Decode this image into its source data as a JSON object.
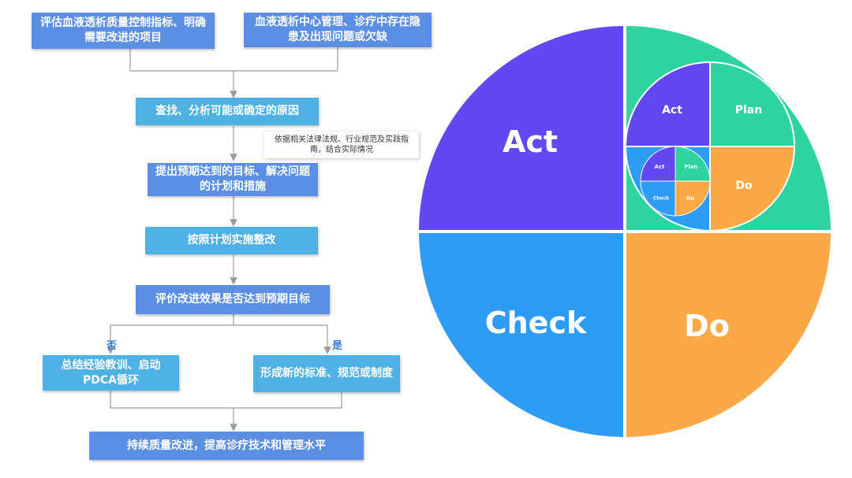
{
  "flowchart": {
    "box_eval_indicators": "评估血液透析质量控制指标、明确需要改进的项目",
    "box_center_issues": "血液透析中心管理、诊疗中存在隐患及出现问题或欠缺",
    "box_find_causes": "查找、分析可能或确定的原因",
    "note_basis": "依据相关法律法规、行业规范及实践指南，结合实际情况",
    "box_set_goals": "提出预期达到的目标、解决问题的计划和措施",
    "box_implement": "按照计划实施整改",
    "box_evaluate": "评价改进效果是否达到预期目标",
    "label_no": "否",
    "label_yes": "是",
    "box_summarize": "总结经验教训、启动PDCA循环",
    "box_new_standard": "形成新的标准、规范或制度",
    "box_continuous": "持续质量改进，提高诊疗技术和管理水平"
  },
  "pdca_diagram": {
    "outer": {
      "act": "Act",
      "check": "Check",
      "do": "Do"
    },
    "middle": {
      "act": "Act",
      "plan": "Plan",
      "do": "Do"
    },
    "inner": {
      "act": "Act",
      "plan": "Plan",
      "check": "Check",
      "do": "Do"
    },
    "colors": {
      "act": "#6148f0",
      "plan": "#2ed3a0",
      "check": "#2e9bf5",
      "do": "#fba946"
    }
  }
}
